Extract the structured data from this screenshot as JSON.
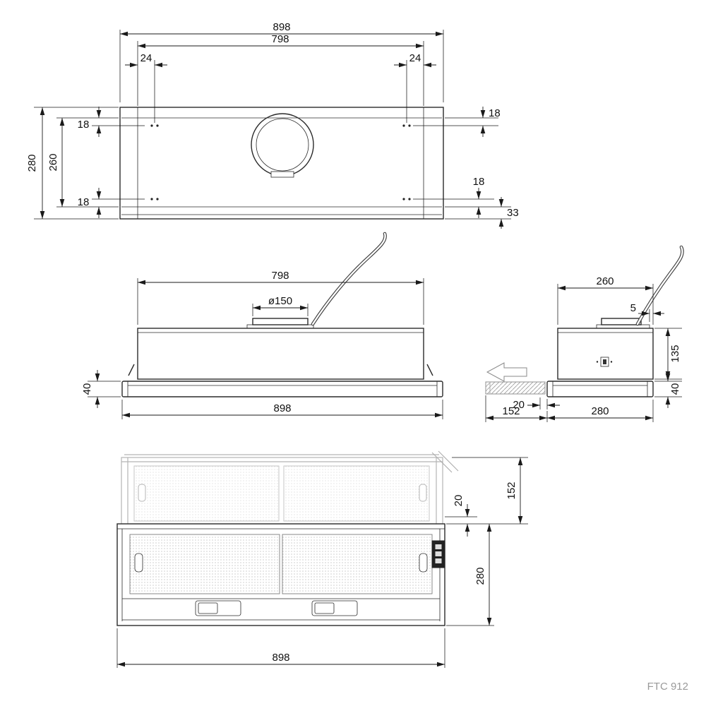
{
  "drawing": {
    "model_label": "FTC 912",
    "colors": {
      "line": "#2a2a2a",
      "light_line": "#b5b5b5",
      "dimension_text": "#111111",
      "muted_text": "#9a9a9a"
    }
  },
  "views": {
    "top": {
      "dims": {
        "overall_width": "898",
        "inner_width": "798",
        "hole_offset_left": "24",
        "hole_offset_right": "24",
        "hole_inset_top_left": "18",
        "hole_inset_top_right": "18",
        "hole_inset_bottom_left": "18",
        "hole_inset_bottom_right": "18",
        "overall_depth": "280",
        "inner_depth": "260",
        "rear_flange": "33"
      }
    },
    "front": {
      "dims": {
        "body_width": "798",
        "duct_diameter": "ø150",
        "visor_height": "40",
        "overall_width": "898"
      }
    },
    "side": {
      "dims": {
        "body_depth": "260",
        "rear_gap": "5",
        "body_height": "135",
        "slide_travel": "20",
        "slide_depth": "152",
        "overall_depth": "280",
        "visor_height": "40"
      }
    },
    "bottom": {
      "dims": {
        "rear_section_depth": "152",
        "overlap": "20",
        "front_section_depth": "280",
        "overall_width": "898"
      }
    }
  }
}
